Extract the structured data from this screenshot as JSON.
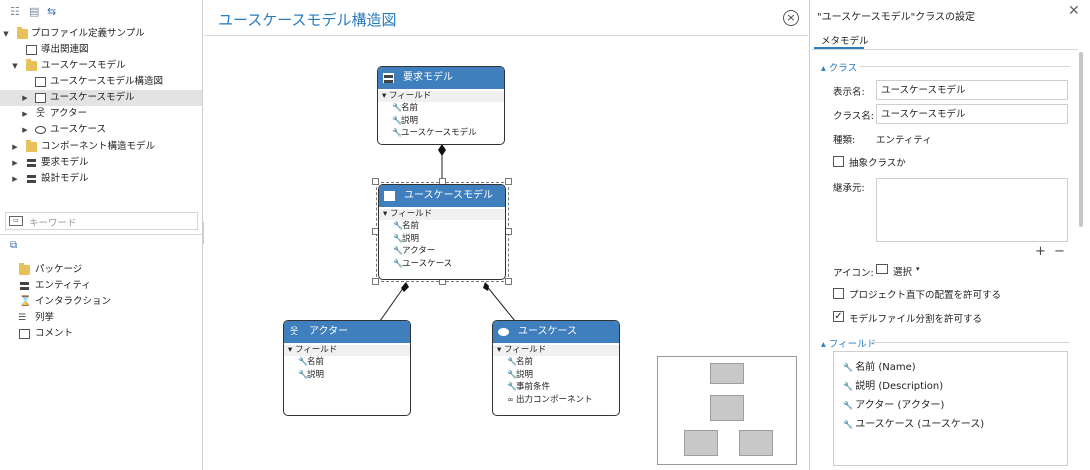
{
  "tree": {
    "items": [
      {
        "label": "プロファイル定義サンプル"
      },
      {
        "label": "導出関連図"
      },
      {
        "label": "ユースケースモデル"
      },
      {
        "label": "ユースケースモデル構造図"
      },
      {
        "label": "ユースケースモデル"
      },
      {
        "label": "アクター"
      },
      {
        "label": "ユースケース"
      },
      {
        "label": "コンポーネント構造モデル"
      },
      {
        "label": "要求モデル"
      },
      {
        "label": "設計モデル"
      }
    ]
  },
  "search": {
    "placeholder": "キーワード"
  },
  "palette": {
    "items": [
      {
        "label": "パッケージ"
      },
      {
        "label": "エンティティ"
      },
      {
        "label": "インタラクション"
      },
      {
        "label": "列挙"
      },
      {
        "label": "コメント"
      }
    ]
  },
  "diagram": {
    "title": "ユースケースモデル構造図",
    "section_label": "フィールド",
    "nodes": {
      "req": {
        "title": "要求モデル",
        "fields": [
          "名前",
          "説明",
          "ユースケースモデル"
        ]
      },
      "ucm": {
        "title": "ユースケースモデル",
        "fields": [
          "名前",
          "説明",
          "アクター",
          "ユースケース"
        ]
      },
      "actor": {
        "title": "アクター",
        "fields": [
          "名前",
          "説明"
        ]
      },
      "uc": {
        "title": "ユースケース",
        "fields": [
          "名前",
          "説明",
          "事前条件",
          "出力コンポーネント"
        ]
      }
    }
  },
  "props": {
    "title": "\"ユースケースモデル\"クラスの設定",
    "tab": "メタモデル",
    "class_section": "クラス",
    "display_name_label": "表示名:",
    "display_name_value": "ユースケースモデル",
    "class_name_label": "クラス名:",
    "class_name_value": "ユースケースモデル",
    "kind_label": "種類:",
    "kind_value": "エンティティ",
    "abstract_label": "抽象クラスか",
    "abstract_checked": false,
    "inherit_label": "継承元:",
    "add_symbol": "+",
    "remove_symbol": "−",
    "icon_label": "アイコン:",
    "icon_select": "選択",
    "project_root_label": "プロジェクト直下の配置を許可する",
    "project_root_checked": false,
    "file_split_label": "モデルファイル分割を許可する",
    "file_split_checked": true,
    "field_section": "フィールド",
    "fields": [
      "名前 (Name)",
      "説明 (Description)",
      "アクター (アクター)",
      "ユースケース (ユースケース)"
    ]
  },
  "colors": {
    "accent": "#2a7cc0",
    "node_header": "#3f7fbd"
  }
}
